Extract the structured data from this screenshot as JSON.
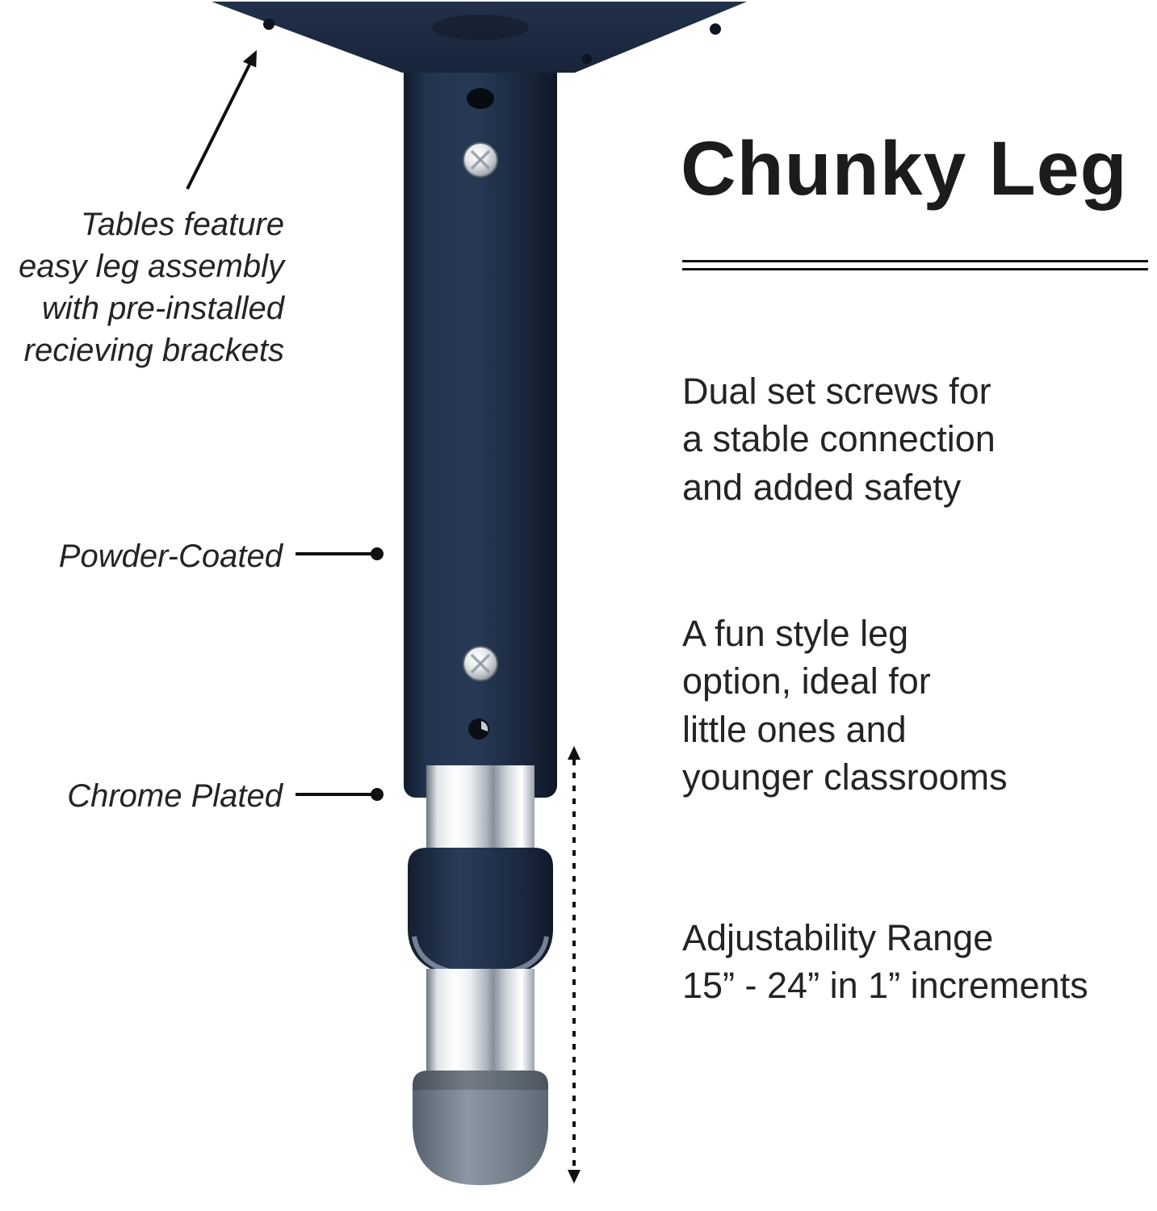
{
  "title": "Chunky Leg",
  "callouts": {
    "assembly_note": "Tables feature\neasy leg assembly\nwith pre-installed\nrecieving brackets",
    "powder_coated": "Powder-Coated",
    "chrome_plated": "Chrome Plated"
  },
  "features": [
    "Dual set screws for\na stable connection\nand added safety",
    "A fun style leg\noption, ideal for\nlittle ones and\nyounger classrooms",
    "Adjustability Range\n15” - 24” in 1” increments"
  ],
  "colors": {
    "navy": "#1d2b42",
    "chrome_light": "#f4f6f8",
    "chrome_dark": "#8b939c",
    "foot_gray": "#707c89",
    "text": "#222222",
    "line": "#111111"
  }
}
